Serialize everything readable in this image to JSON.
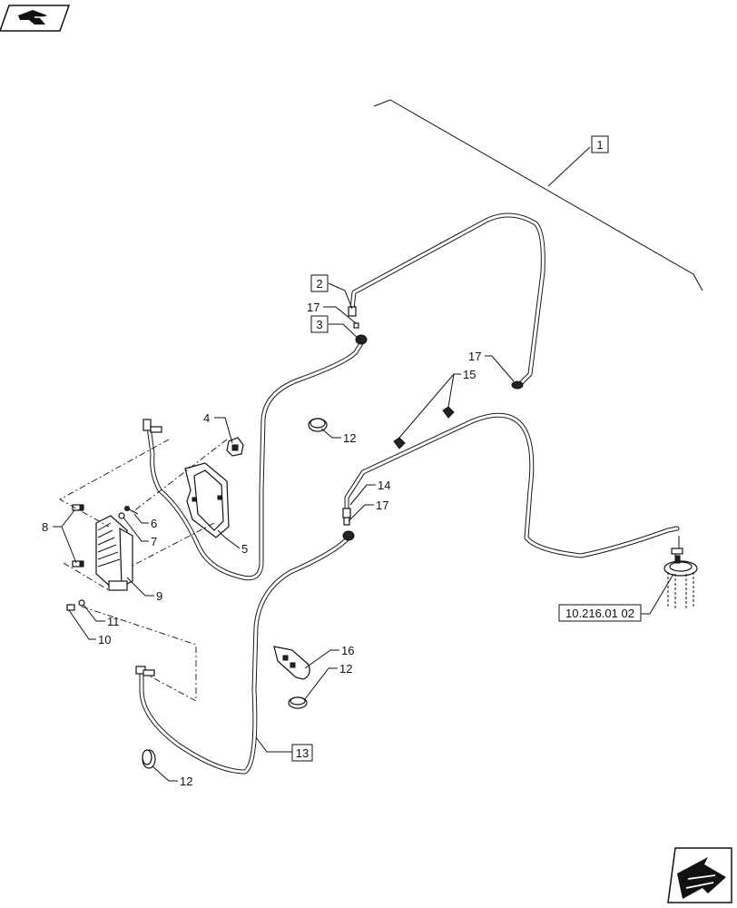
{
  "labels": {
    "p1": "1",
    "p2": "2",
    "p3": "3",
    "p4": "4",
    "p5": "5",
    "p6": "6",
    "p7": "7",
    "p8": "8",
    "p9": "9",
    "p10": "10",
    "p11": "11",
    "p12a": "12",
    "p12b": "12",
    "p12c": "12",
    "p13": "13",
    "p14": "14",
    "p15": "15",
    "p16": "16",
    "p17a": "17",
    "p17b": "17",
    "p17c": "17",
    "ref": "10.216.01 02"
  },
  "icons": {
    "prev": "page-back-icon",
    "next": "page-forward-icon"
  }
}
